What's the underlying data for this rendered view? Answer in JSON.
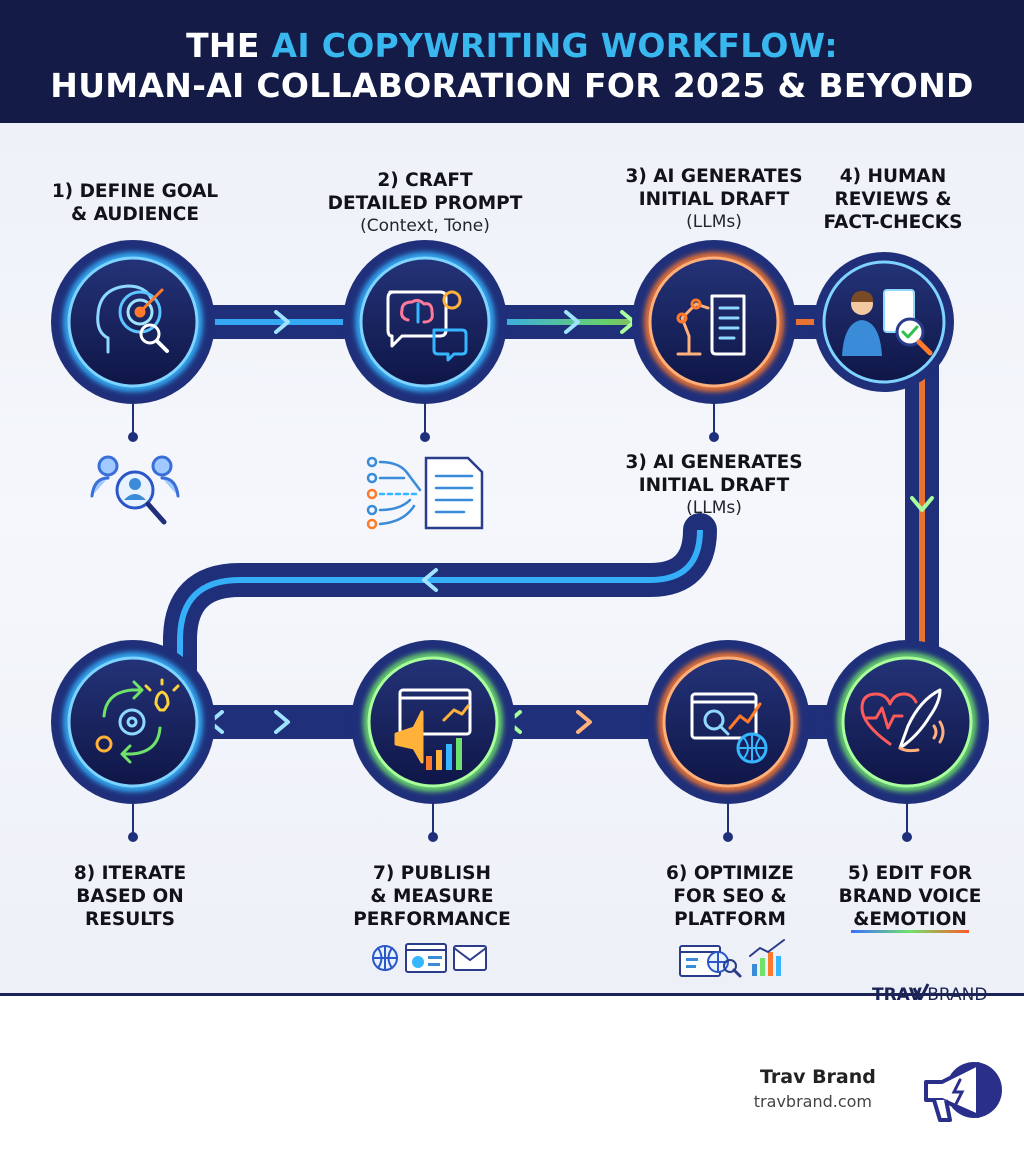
{
  "header": {
    "title_line1_pre": "THE ",
    "title_line1_accent": "AI COPYWRITING WORKFLOW:",
    "title_line2": "HUMAN-AI COLLABORATION FOR 2025 & BEYOND"
  },
  "steps": [
    {
      "line1": "1) DEFINE GOAL",
      "line2": "& AUDIENCE",
      "sub": ""
    },
    {
      "line1": "2) CRAFT",
      "line2": "DETAILED PROMPT",
      "sub": "(Context, Tone)"
    },
    {
      "line1": "3) AI GENERATES",
      "line2": "INITIAL DRAFT",
      "sub": "(LLMs)"
    },
    {
      "line1": "4) HUMAN",
      "line2": "REVIEWS &",
      "line3": "FACT-CHECKS"
    },
    {
      "line1": "5) EDIT FOR",
      "line2": "BRAND VOICE",
      "line3": "&EMOTION"
    },
    {
      "line1": "6) OPTIMIZE",
      "line2": "FOR SEO &",
      "line3": "PLATFORM"
    },
    {
      "line1": "7) PUBLISH",
      "line2": "& MEASURE",
      "line3": "PERFORMANCE"
    },
    {
      "line1": "8) ITERATE",
      "line2": "BASED ON",
      "line3": "RESULTS"
    }
  ],
  "repeat_label": {
    "line1": "3) AI GENERATES",
    "line2": "INITIAL DRAFT",
    "sub": "(LLMs)"
  },
  "brand_mark": {
    "bold": "TRAV",
    "rest": "BRAND"
  },
  "footer": {
    "name": "Trav Brand",
    "url": "travbrand.com"
  },
  "colors": {
    "header_bg": "#131b46",
    "title_accent": "#39b8f0",
    "pipe_dark": "#1f2f7a",
    "glow_blue": "#36b6ff",
    "glow_orange": "#ff7a2a",
    "glow_green": "#6fe26a",
    "node_fill": "#16205a"
  },
  "icons": {
    "step1": "target-head-icon",
    "step2": "brain-chat-icon",
    "step3": "robot-arm-document-icon",
    "step4": "reviewer-document-icon",
    "step5": "heart-quill-icon",
    "step6": "seo-globe-chart-icon",
    "step7": "megaphone-chart-icon",
    "step8": "cycle-gears-bulb-icon"
  }
}
